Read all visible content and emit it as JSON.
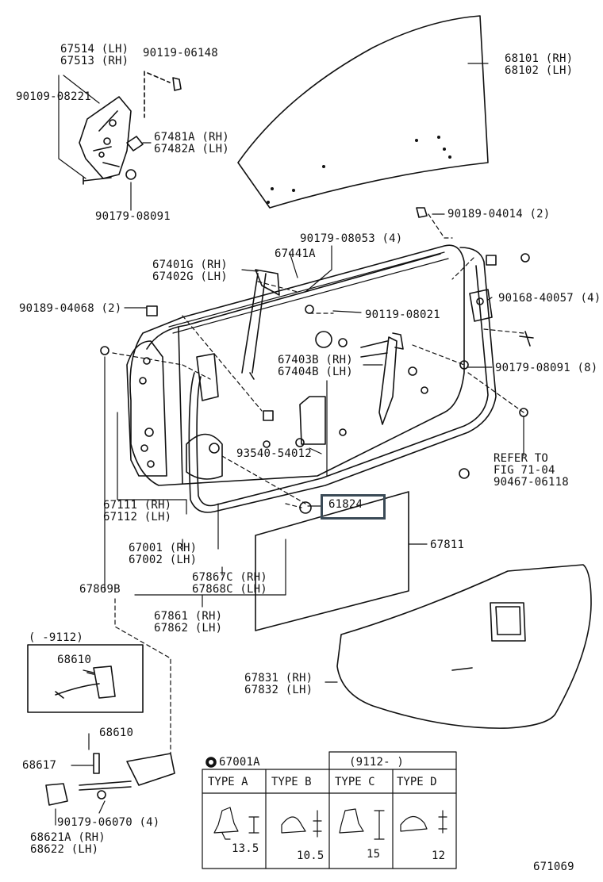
{
  "labels": {
    "p67514": [
      "67514 (LH)",
      "67513 (RH)"
    ],
    "p90119_06148": "90119-06148",
    "p90109_08221": "90109-08221",
    "p67481A": [
      "67481A (RH)",
      "67482A (LH)"
    ],
    "p90179_08091_top": "90179-08091",
    "p68101": [
      "68101 (RH)",
      "68102 (LH)"
    ],
    "p90189_04014": "90189-04014 (2)",
    "p90179_08053": "90179-08053 (4)",
    "p67441A": "67441A",
    "p67401G": [
      "67401G (RH)",
      "67402G (LH)"
    ],
    "p90189_04068": "90189-04068 (2)",
    "p90168_40057": "90168-40057 (4)",
    "p90119_08021": "90119-08021",
    "p67403B": [
      "67403B (RH)",
      "67404B (LH)"
    ],
    "p90179_08091_8": "90179-08091 (8)",
    "p93540": "93540-54012",
    "refer": [
      "REFER TO",
      "FIG 71-04",
      "90467-06118"
    ],
    "p61824": "61824",
    "p67811": "67811",
    "p67111": [
      "67111 (RH)",
      "67112 (LH)"
    ],
    "p67001": [
      "67001 (RH)",
      "67002 (LH)"
    ],
    "p67867C": [
      "67867C (RH)",
      "67868C (LH)"
    ],
    "p67869B": "67869B",
    "p67861": [
      "67861 (RH)",
      "67862 (LH)"
    ],
    "range1": "(      -9112)",
    "p68610_a": "68610",
    "p68610_b": "68610",
    "p68617": "68617",
    "p90179_06070": "90179-06070 (4)",
    "p68621A": [
      "68621A (RH)",
      "68622  (LH)"
    ],
    "p67831": [
      "67831 (RH)",
      "67832 (LH)"
    ],
    "p67001A": "67001A",
    "range2": "(9112-      )",
    "types": [
      "TYPE A",
      "TYPE B",
      "TYPE C",
      "TYPE D"
    ],
    "dims": [
      "13.5",
      "10.5",
      "15",
      "12"
    ],
    "fig_no": "671069"
  },
  "highlight": {
    "part": "61824",
    "color": "#3a4a56"
  }
}
